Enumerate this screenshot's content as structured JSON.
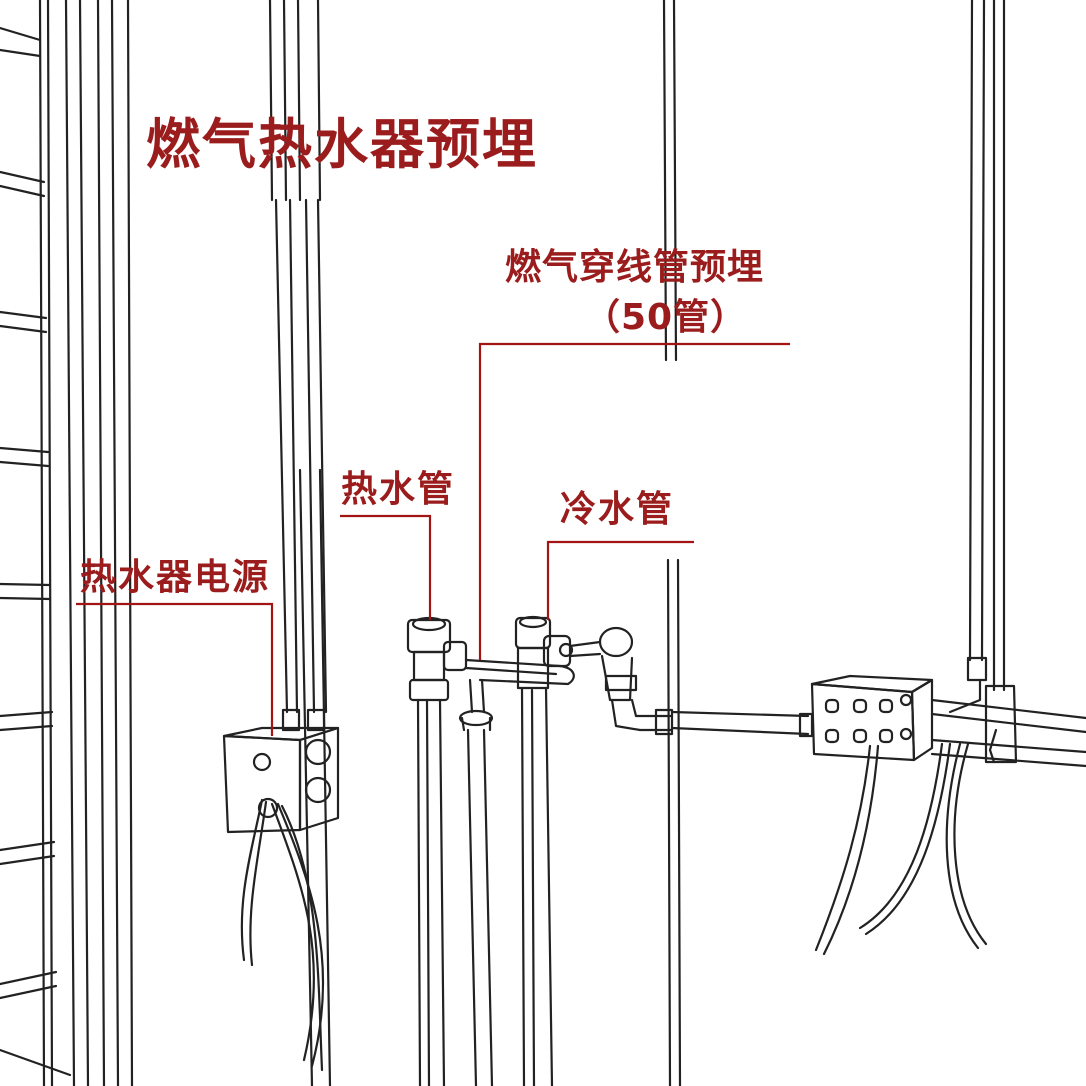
{
  "title": "燃气热水器预埋",
  "callouts": {
    "gas_conduit": "燃气穿线管预埋",
    "gas_conduit_size": "（50管）",
    "hot_water_pipe": "热水管",
    "cold_water_pipe": "冷水管",
    "heater_power": "热水器电源"
  },
  "colors": {
    "label": "#9b1c1c",
    "leader_line": "#a31515",
    "line_art": "#222222",
    "background": "#ffffff"
  }
}
